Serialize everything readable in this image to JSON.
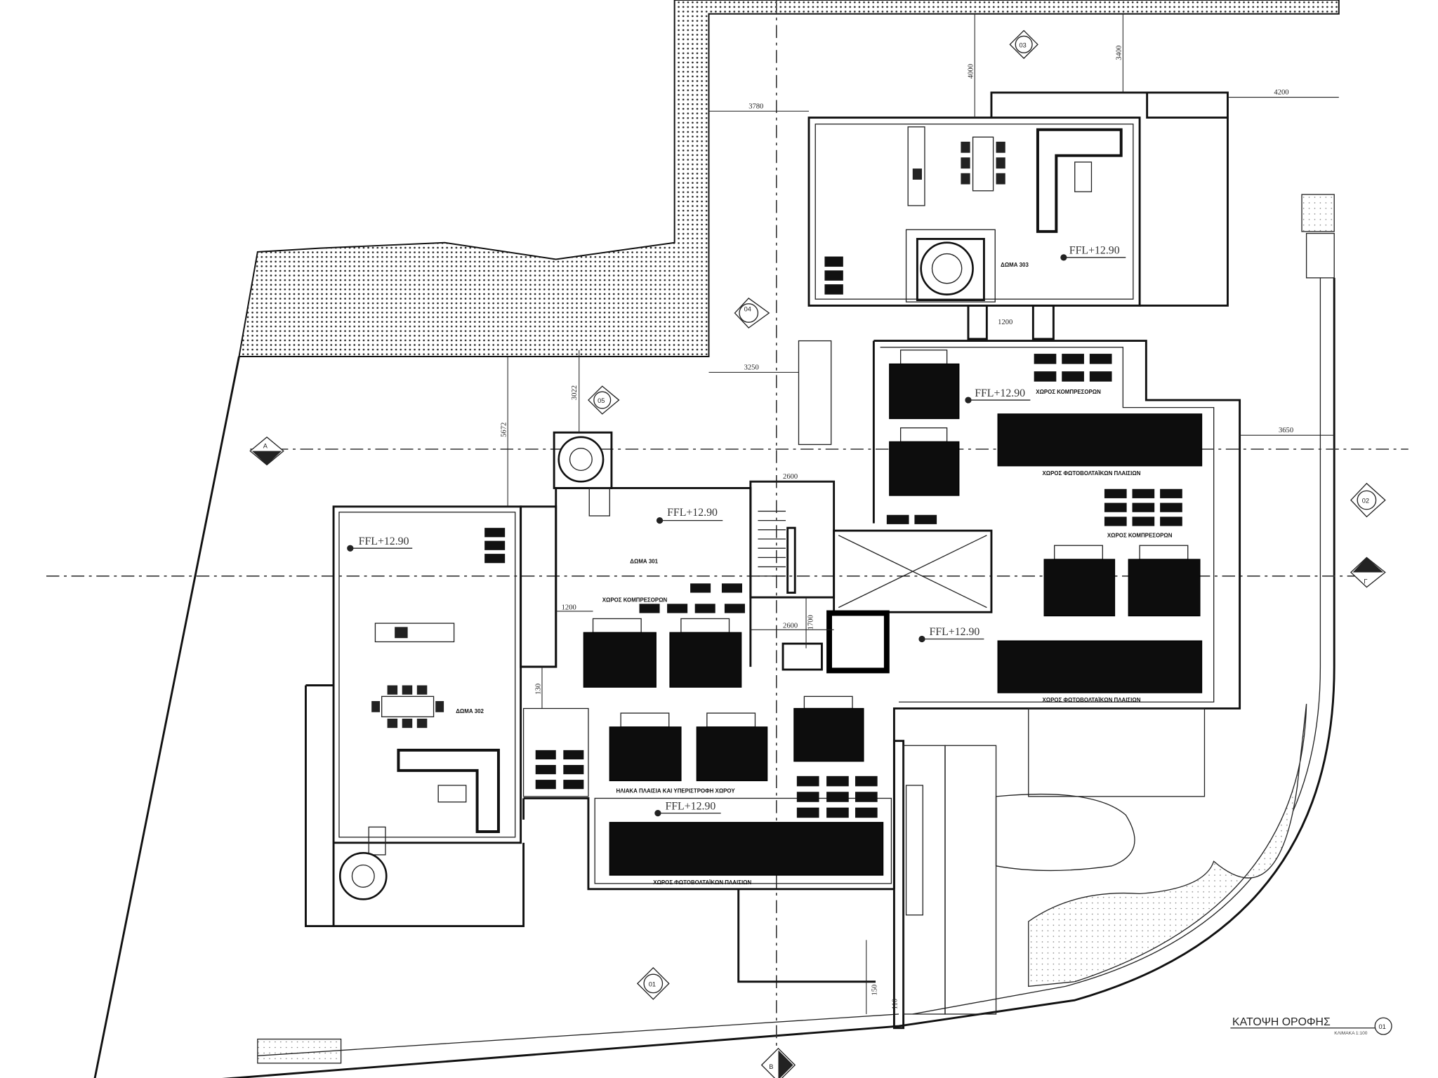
{
  "drawing": {
    "title": "ΚΑΤΟΨΗ ΟΡΟΦΗΣ",
    "scale": "ΚΛΙΜΑΚΑ 1:100",
    "sheet_marker": "01"
  },
  "levels": {
    "ffl_1": "FFL+12.90",
    "ffl_2": "FFL+12.90",
    "ffl_3": "FFL+12.90",
    "ffl_4": "FFL+12.90",
    "ffl_5": "FFL+12.90",
    "ffl_6": "FFL+12.90"
  },
  "rooms": {
    "roof_303": "ΔΩΜΑ 303",
    "roof_301": "ΔΩΜΑ 301",
    "roof_302": "ΔΩΜΑ 302",
    "compressors_1": "ΧΩΡΟΣ ΚΟΜΠΡΕΣΟΡΩΝ",
    "compressors_2": "ΧΩΡΟΣ ΚΟΜΠΡΕΣΟΡΩΝ",
    "compressors_3": "ΧΩΡΟΣ ΚΟΜΠΡΕΣΟΡΩΝ",
    "pv_1": "ΧΩΡΟΣ ΦΩΤΟΒΟΛΤΑΪΚΩΝ ΠΛΑΙΣΙΩΝ",
    "pv_2": "ΧΩΡΟΣ ΦΩΤΟΒΟΛΤΑΪΚΩΝ ΠΛΑΙΣΙΩΝ",
    "pv_3": "ΧΩΡΟΣ ΦΩΤΟΒΟΛΤΑΪΚΩΝ ΠΛΑΙΣΙΩΝ",
    "solar": "ΗΛΙΑΚΑ ΠΛΑΙΣΙΑ ΚΑΙ ΥΠΕΡΙΣΤΡΟΦΗ ΧΩΡΟΥ"
  },
  "dimensions": {
    "d3780": "3780",
    "d4000": "4000",
    "d3400": "3400",
    "d4200": "4200",
    "d1200a": "1200",
    "d3250": "3250",
    "d3022": "3022",
    "d5672": "5672",
    "d3650": "3650",
    "d2600a": "2600",
    "d2600b": "2600",
    "d1200b": "1200",
    "d1700": "1700",
    "d130": "130",
    "d150": "150",
    "d110": "110"
  },
  "section_markers": {
    "m03": "03",
    "m04": "04",
    "mA": "A",
    "m02": "02",
    "mG": "Γ",
    "mB": "B",
    "m01": "01",
    "m05": "05"
  }
}
